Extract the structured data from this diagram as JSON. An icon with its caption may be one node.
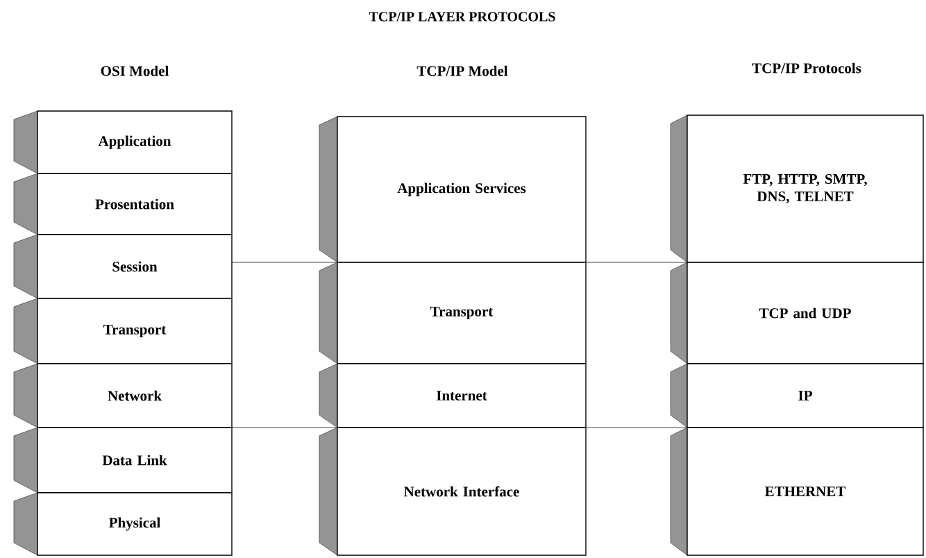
{
  "diagram": {
    "title": "TCP/IP LAYER PROTOCOLS",
    "nodes": [
      {
        "text": [
          "Application"
        ]
      },
      {
        "text": [
          "Prosentation"
        ]
      },
      {
        "text": [
          "Session"
        ]
      },
      {
        "text": [
          "Transport"
        ]
      },
      {
        "text": [
          "Network"
        ]
      },
      {
        "text": [
          "Data Link"
        ]
      },
      {
        "text": [
          "Physical"
        ]
      },
      {
        "text": [
          "Application Services"
        ]
      },
      {
        "text": [
          "Transport"
        ]
      },
      {
        "text": [
          "Internet"
        ]
      },
      {
        "text": [
          "Network Interface"
        ]
      },
      {
        "text": [
          "FTP, HTTP, SMTP, DNS, TELNET"
        ]
      },
      {
        "text": [
          "TCP and UDP"
        ]
      },
      {
        "text": [
          "IP"
        ]
      },
      {
        "text": [
          "ETHERNET"
        ]
      }
    ],
    "labels": [
      "OSI Model",
      "TCP/IP Model",
      "TCP/IP Protocols"
    ]
  }
}
